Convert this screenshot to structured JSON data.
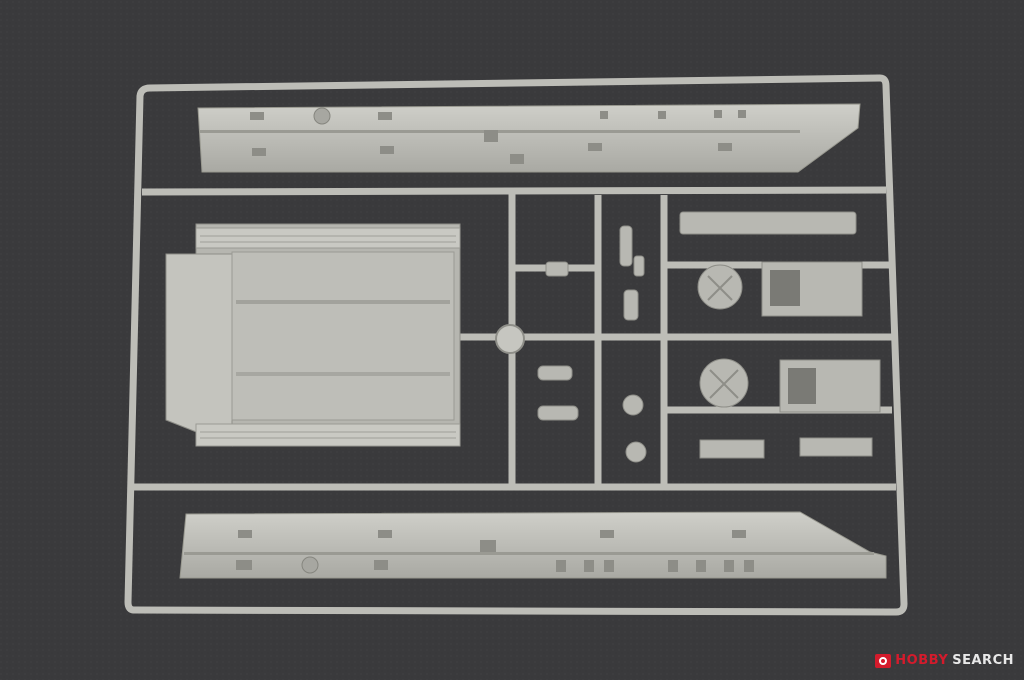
{
  "colors": {
    "background": "#3a3a3c",
    "plastic": "#b9b9b3",
    "plastic_light": "#c9c9c3",
    "plastic_shadow": "#8f8f8a",
    "watermark_red": "#d41b2c",
    "watermark_white": "#e8e8e8"
  },
  "subject": {
    "kind": "plastic model kit sprue",
    "parts_visible": true
  },
  "watermark": {
    "part1": "HOBBY",
    "part2": "SEARCH",
    "icon": "hobbysearch-logo-icon"
  }
}
